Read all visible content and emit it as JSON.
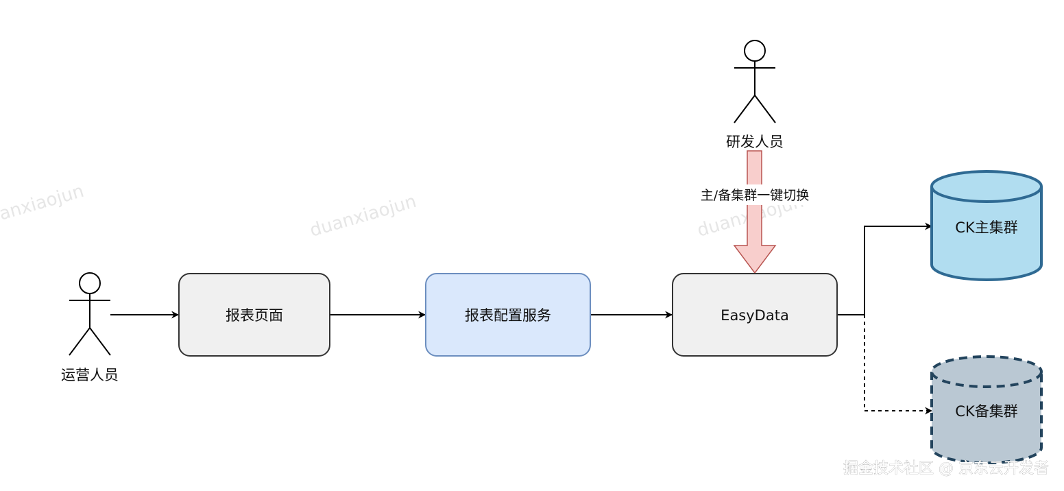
{
  "actors": {
    "ops": {
      "label": "运营人员"
    },
    "dev": {
      "label": "研发人员"
    }
  },
  "nodes": {
    "report_page": {
      "label": "报表页面",
      "fill": "#f0f0f0",
      "stroke": "#333333"
    },
    "report_config": {
      "label": "报表配置服务",
      "fill": "#dae8fc",
      "stroke": "#6c8ebf"
    },
    "easydata": {
      "label": "EasyData",
      "fill": "#f0f0f0",
      "stroke": "#333333"
    },
    "ck_primary": {
      "label": "CK主集群",
      "fill": "#b1ddf0",
      "stroke": "#2f6a93"
    },
    "ck_backup": {
      "label": "CK备集群",
      "fill": "#bac8d3",
      "stroke": "#23445d"
    }
  },
  "switch_arrow": {
    "label": "主/备集群一键切换",
    "fill": "#f8cecc",
    "stroke": "#b85450"
  },
  "watermarks": [
    "duanxiaojun",
    "duanxiaojun",
    "duanxiaojun"
  ],
  "footer": "掘金技术社区 @ 京东云开发者"
}
